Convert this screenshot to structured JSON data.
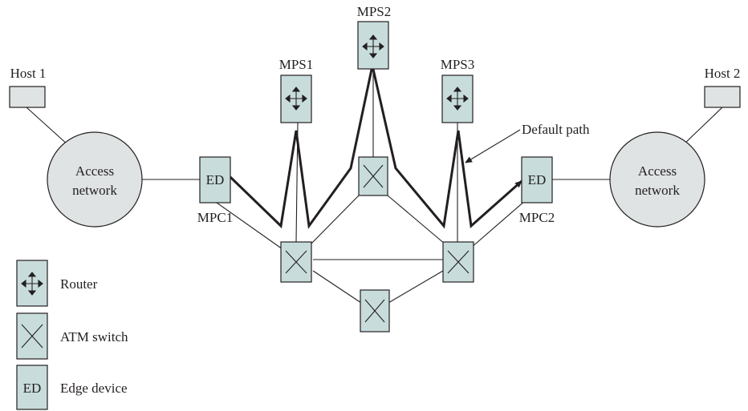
{
  "hosts": [
    {
      "id": "host1",
      "label": "Host 1"
    },
    {
      "id": "host2",
      "label": "Host 2"
    }
  ],
  "access_networks": [
    {
      "id": "left",
      "line1": "Access",
      "line2": "network"
    },
    {
      "id": "right",
      "line1": "Access",
      "line2": "network"
    }
  ],
  "routers": [
    {
      "id": "mps1",
      "label": "MPS1"
    },
    {
      "id": "mps2",
      "label": "MPS2"
    },
    {
      "id": "mps3",
      "label": "MPS3"
    }
  ],
  "edge_devices": [
    {
      "id": "mpc1",
      "label": "MPC1",
      "inner": "ED"
    },
    {
      "id": "mpc2",
      "label": "MPC2",
      "inner": "ED"
    }
  ],
  "annotation": {
    "text": "Default path"
  },
  "legend": [
    {
      "icon": "router-icon",
      "label": "Router"
    },
    {
      "icon": "atm-switch-icon",
      "label": "ATM switch"
    },
    {
      "icon": "edge-device-icon",
      "label": "Edge device",
      "inner": "ED"
    }
  ],
  "colors": {
    "node_fill": "#c8dcdc",
    "cloud_fill": "#dfe3e3",
    "line": "#231f20"
  }
}
